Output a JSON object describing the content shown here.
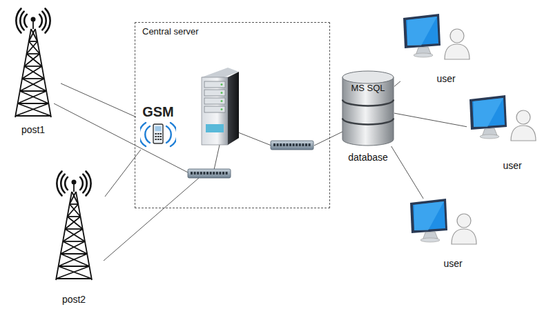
{
  "diagram": {
    "nodes": [
      {
        "text": [
          "post1"
        ]
      },
      {
        "text": [
          "post2"
        ]
      },
      {
        "text": [
          "Central server"
        ]
      },
      {
        "text": [
          "GSM"
        ],
        "in": 2
      },
      {
        "text": [
          "MS SQL",
          "database"
        ]
      },
      {
        "text": [
          "user"
        ]
      },
      {
        "text": [
          "user"
        ]
      },
      {
        "text": [
          "user"
        ]
      }
    ],
    "edges": [
      {
        "from": 0,
        "to": 3,
        "arrow": "none"
      },
      {
        "from": 1,
        "to": 3,
        "arrow": "none"
      },
      {
        "from": 4,
        "to": 5,
        "arrow": "none"
      },
      {
        "from": 4,
        "to": 6,
        "arrow": "none"
      },
      {
        "from": 4,
        "to": 7,
        "arrow": "none"
      }
    ]
  }
}
